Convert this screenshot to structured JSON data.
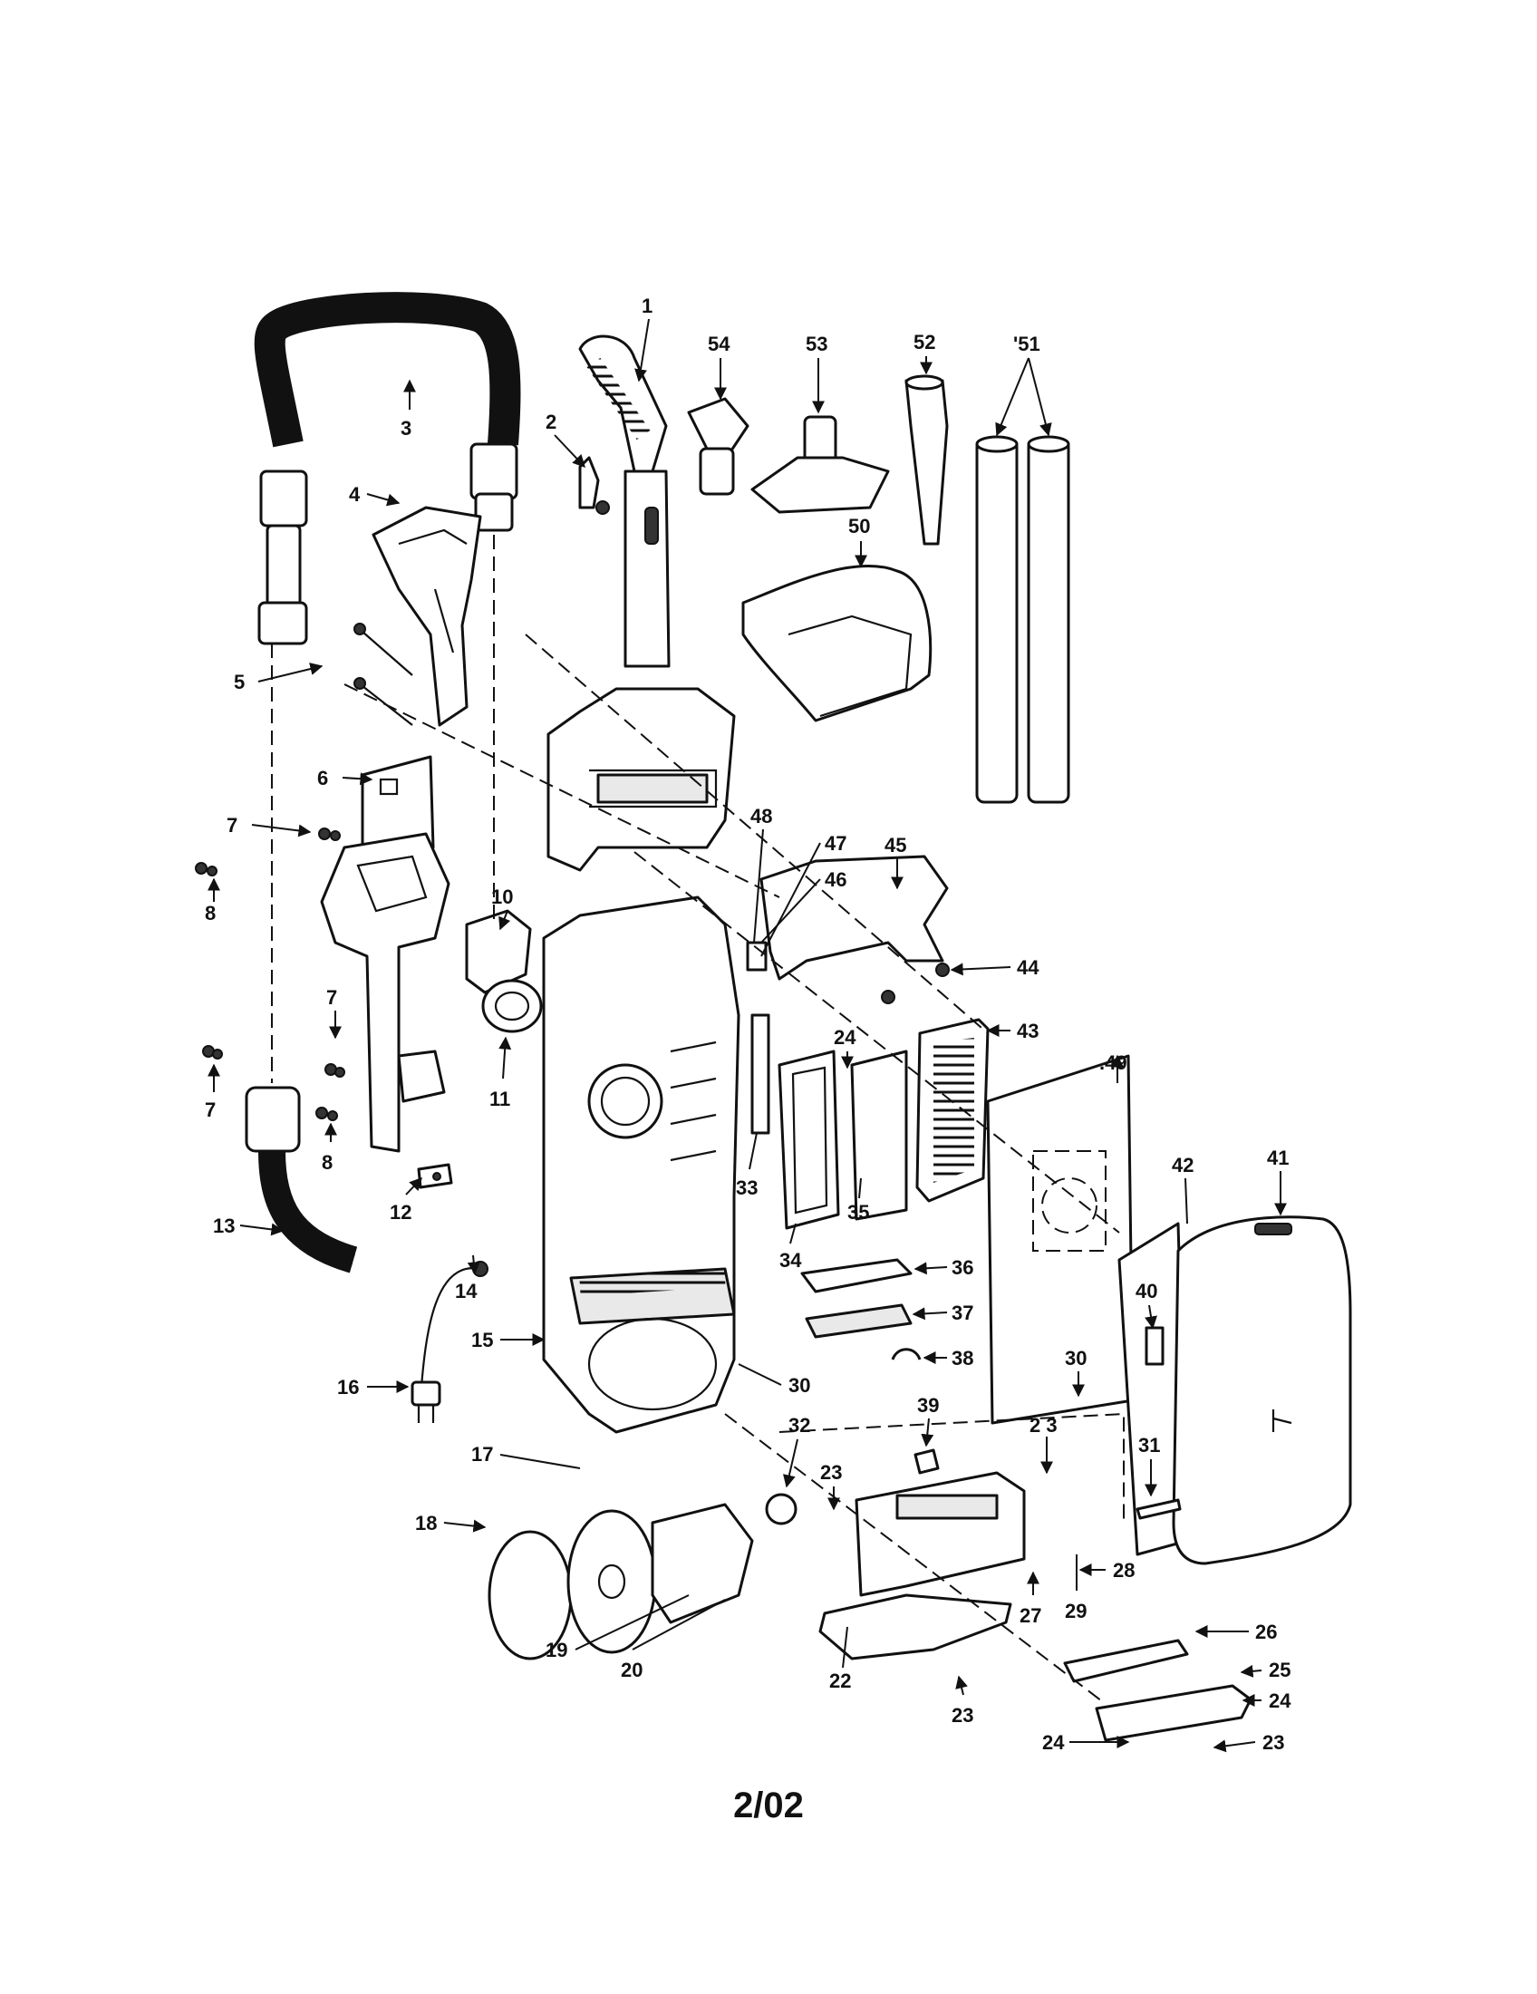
{
  "callouts": {
    "c1": "1",
    "c2": "2",
    "c3": "3",
    "c4": "4",
    "c5": "5",
    "c6": "6",
    "c7a": "7",
    "c7b": "7",
    "c7c": "7",
    "c8a": "8",
    "c8b": "8",
    "c10": "10",
    "c11": "11",
    "c12": "12",
    "c13": "13",
    "c14": "14",
    "c15": "15",
    "c16": "16",
    "c17": "17",
    "c18": "18",
    "c19": "19",
    "c20": "20",
    "c22": "22",
    "c23a": "23",
    "c23b": "2 3",
    "c23c": "23",
    "c23d": "23",
    "c24a": "24",
    "c24b": "24",
    "c24c": "24",
    "c25": "25",
    "c26": "26",
    "c27": "27",
    "c28": "28",
    "c29": "29",
    "c30a": "30",
    "c30b": "30",
    "c31": "31",
    "c32": "32",
    "c33": "33",
    "c34": "34",
    "c35": "35",
    "c36": "36",
    "c37": "37",
    "c38": "38",
    "c39": "39",
    "c40": "40",
    "c41": "41",
    "c42": "42",
    "c43": "43",
    "c44": "44",
    "c45": "45",
    "c46": "46",
    "c47": "47",
    "c48": "48",
    "c49": ".49",
    "c50": "50",
    "c51": "'51",
    "c52": "52",
    "c53": "53",
    "c54": "54"
  },
  "footer": {
    "date_code": "2/02"
  }
}
